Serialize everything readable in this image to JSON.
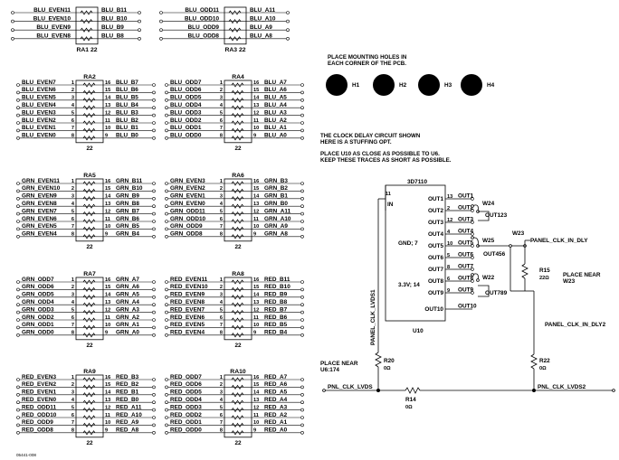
{
  "rn2": [
    {
      "ref": "RA1",
      "value": "22",
      "left": [
        "BLU_EVEN11",
        "BLU_EVEN10",
        "BLU_EVEN9",
        "BLU_EVEN8"
      ],
      "right": [
        "BLU_B11",
        "BLU_B10",
        "BLU_B9",
        "BLU_B8"
      ]
    },
    {
      "ref": "RA3",
      "value": "22",
      "left": [
        "BLU_ODD11",
        "BLU_ODD10",
        "BLU_ODD9",
        "BLU_ODD8"
      ],
      "right": [
        "BLU_A11",
        "BLU_A10",
        "BLU_A9",
        "BLU_A8"
      ]
    }
  ],
  "rn8": [
    {
      "ref": "RA2",
      "value": "22",
      "left": [
        "BLU_EVEN7",
        "BLU_EVEN6",
        "BLU_EVEN5",
        "BLU_EVEN4",
        "BLU_EVEN3",
        "BLU_EVEN2",
        "BLU_EVEN1",
        "BLU_EVEN0"
      ],
      "right": [
        "BLU_B7",
        "BLU_B6",
        "BLU_B5",
        "BLU_B4",
        "BLU_B3",
        "BLU_B2",
        "BLU_B1",
        "BLU_B0"
      ]
    },
    {
      "ref": "RA4",
      "value": "22",
      "left": [
        "BLU_ODD7",
        "BLU_ODD6",
        "BLU_ODD5",
        "BLU_ODD4",
        "BLU_ODD3",
        "BLU_ODD2",
        "BLU_ODD1",
        "BLU_ODD0"
      ],
      "right": [
        "BLU_A7",
        "BLU_A6",
        "BLU_A5",
        "BLU_A4",
        "BLU_A3",
        "BLU_A2",
        "BLU_A1",
        "BLU_A0"
      ]
    },
    {
      "ref": "RA5",
      "value": "22",
      "left": [
        "GRN_EVEN11",
        "GRN_EVEN10",
        "GRN_EVEN9",
        "GRN_EVEN8",
        "GRN_EVEN7",
        "GRN_EVEN6",
        "GRN_EVEN5",
        "GRN_EVEN4"
      ],
      "right": [
        "GRN_B11",
        "GRN_B10",
        "GRN_B9",
        "GRN_B8",
        "GRN_B7",
        "GRN_B6",
        "GRN_B5",
        "GRN_B4"
      ]
    },
    {
      "ref": "RA6",
      "value": "22",
      "left": [
        "GRN_EVEN3",
        "GRN_EVEN2",
        "GRN_EVEN1",
        "GRN_EVEN0",
        "GRN_ODD11",
        "GRN_ODD10",
        "GRN_ODD9",
        "GRN_ODD8"
      ],
      "right": [
        "GRN_B3",
        "GRN_B2",
        "GRN_B1",
        "GRN_B0",
        "GRN_A11",
        "GRN_A10",
        "GRN_A9",
        "GRN_A8"
      ]
    },
    {
      "ref": "RA7",
      "value": "22",
      "left": [
        "GRN_ODD7",
        "GRN_ODD6",
        "GRN_ODD5",
        "GRN_ODD4",
        "GRN_ODD3",
        "GRN_ODD2",
        "GRN_ODD1",
        "GRN_ODD0"
      ],
      "right": [
        "GRN_A7",
        "GRN_A6",
        "GRN_A5",
        "GRN_A4",
        "GRN_A3",
        "GRN_A2",
        "GRN_A1",
        "GRN_A0"
      ]
    },
    {
      "ref": "RA8",
      "value": "22",
      "left": [
        "RED_EVEN11",
        "RED_EVEN10",
        "RED_EVEN9",
        "RED_EVEN8",
        "RED_EVEN7",
        "RED_EVEN6",
        "RED_EVEN5",
        "RED_EVEN4"
      ],
      "right": [
        "RED_B11",
        "RED_B10",
        "RED_B9",
        "RED_B8",
        "RED_B7",
        "RED_B6",
        "RED_B5",
        "RED_B4"
      ]
    },
    {
      "ref": "RA9",
      "value": "22",
      "left": [
        "RED_EVEN3",
        "RED_EVEN2",
        "RED_EVEN1",
        "RED_EVEN0",
        "RED_ODD11",
        "RED_ODD10",
        "RED_ODD9",
        "RED_ODD8"
      ],
      "right": [
        "RED_B3",
        "RED_B2",
        "RED_B1",
        "RED_B0",
        "RED_A11",
        "RED_A10",
        "RED_A9",
        "RED_A8"
      ]
    },
    {
      "ref": "RA10",
      "value": "22",
      "left": [
        "RED_ODD7",
        "RED_ODD6",
        "RED_ODD5",
        "RED_ODD4",
        "RED_ODD3",
        "RED_ODD2",
        "RED_ODD1",
        "RED_ODD0"
      ],
      "right": [
        "RED_A7",
        "RED_A6",
        "RED_A5",
        "RED_A4",
        "RED_A3",
        "RED_A2",
        "RED_A1",
        "RED_A0"
      ]
    }
  ],
  "pins": {
    "left": [
      "1",
      "2",
      "3",
      "4",
      "5",
      "6",
      "7",
      "8"
    ],
    "right": [
      "16",
      "15",
      "14",
      "13",
      "12",
      "11",
      "10",
      "9"
    ]
  },
  "mounting": {
    "note_line1": "PLACE MOUNTING HOLES IN",
    "note_line2": "EACH CORNER OF THE PCB.",
    "holes": [
      "H1",
      "H2",
      "H3",
      "H4"
    ]
  },
  "notes": {
    "clock_line1": "THE CLOCK DELAY CIRCUIT SHOWN",
    "clock_line2": "HERE IS A STUFFING OPT.",
    "place_line1": "PLACE U10 AS CLOSE AS POSSIBLE TO U6.",
    "place_line2": "KEEP THESE TRACES AS SHORT AS POSSIBLE."
  },
  "u10": {
    "part": "3D7110",
    "ref": "U10",
    "in_pin": "11",
    "in_label": "IN",
    "gnd_label": "GND; 7",
    "vcc_label": "3.3V; 14",
    "outputs": [
      {
        "num": "13",
        "name": "OUT1"
      },
      {
        "num": "2",
        "name": "OUT2"
      },
      {
        "num": "12",
        "name": "OUT3"
      },
      {
        "num": "4",
        "name": "OUT4"
      },
      {
        "num": "10",
        "name": "OUT5"
      },
      {
        "num": "5",
        "name": "OUT6"
      },
      {
        "num": "8",
        "name": "OUT7"
      },
      {
        "num": "6",
        "name": "OUT8"
      },
      {
        "num": "9",
        "name": "OUT9"
      },
      {
        "num": "",
        "name": "OUT10"
      }
    ],
    "ext_labels": [
      "OUT1",
      "OUT2",
      "OUT3",
      "OUT4",
      "OUT5",
      "OUT6",
      "OUT7",
      "OUT8",
      "OUT9",
      "OUT10"
    ]
  },
  "jumpers": {
    "w24": "W24",
    "w23": "W23",
    "w25": "W25",
    "w22": "W22"
  },
  "groups": {
    "g123": "OUT123",
    "g456": "OUT456",
    "g789": "OUT789"
  },
  "nets": {
    "dly": "PANEL_CLK_IN_DLY",
    "dly2": "PANEL_CLK_IN_DLY2",
    "lvds1": "PANEL_CLK_LVDS1",
    "lvds": "PNL_CLK_LVDS",
    "lvds2": "PNL_CLK_LVDS2"
  },
  "resistors": {
    "r15": {
      "ref": "R15",
      "value": "22Ω"
    },
    "r20": {
      "ref": "R20",
      "value": "0Ω"
    },
    "r22": {
      "ref": "R22",
      "value": "0Ω"
    },
    "r14": {
      "ref": "R14",
      "value": "0Ω"
    }
  },
  "place_near_w23": {
    "line1": "PLACE NEAR",
    "line2": "W23"
  },
  "place_near_u6": {
    "line1": "PLACE NEAR",
    "line2": "U6:174"
  },
  "figure_id": "05441-008"
}
